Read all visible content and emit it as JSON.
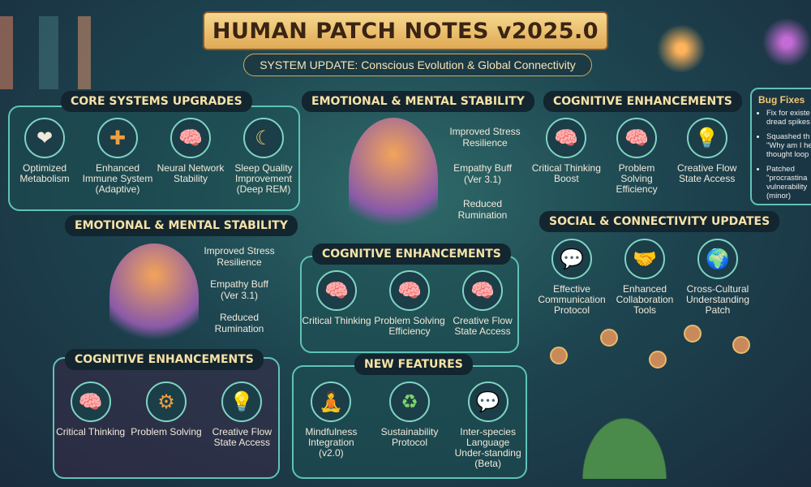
{
  "title": "HUMAN PATCH NOTES v2025.0",
  "subtitle": "SYSTEM UPDATE: Conscious Evolution & Global Connectivity",
  "core": {
    "header": "CORE SYSTEMS UPGRADES",
    "items": [
      {
        "label": "Optimized Metabolism",
        "icon": "heart-organ-icon"
      },
      {
        "label": "Enhanced Immune System (Adaptive)",
        "icon": "shield-plus-icon"
      },
      {
        "label": "Neural Network Stability",
        "icon": "brain-icon"
      },
      {
        "label": "Sleep Quality Improvement (Deep REM)",
        "icon": "moon-sleep-icon"
      }
    ]
  },
  "emotional_left": {
    "header": "EMOTIONAL & MENTAL STABILITY",
    "items": [
      "Improved Stress Resilience",
      "Empathy Buff (Ver 3.1)",
      "Reduced Rumination"
    ]
  },
  "cognitive_left": {
    "header": "COGNITIVE ENHANCEMENTS",
    "items": [
      {
        "label": "Critical Thinking",
        "icon": "brain-icon"
      },
      {
        "label": "Problem Solving",
        "icon": "gear-icon"
      },
      {
        "label": "Creative Flow State Access",
        "icon": "lightbulb-icon"
      }
    ]
  },
  "emotional_center": {
    "header": "EMOTIONAL & MENTAL STABILITY",
    "items": [
      "Improved Stress Resilience",
      "Empathy Buff (Ver 3.1)",
      "Reduced Rumination"
    ]
  },
  "cognitive_center": {
    "header": "COGNITIVE ENHANCEMENTS",
    "items": [
      {
        "label": "Critical Thinking",
        "icon": "brain-icon"
      },
      {
        "label": "Problem Solving Efficiency",
        "icon": "brain-icon"
      },
      {
        "label": "Creative Flow State Access",
        "icon": "brain-icon"
      }
    ]
  },
  "new_features": {
    "header": "NEW FEATURES",
    "items": [
      {
        "label": "Mindfulness Integration (v2.0)",
        "icon": "meditation-icon"
      },
      {
        "label": "Sustainability Protocol",
        "icon": "recycle-icon"
      },
      {
        "label": "Inter-species Language Under-standing (Beta)",
        "icon": "speech-bubbles-icon"
      }
    ]
  },
  "cognitive_right": {
    "header": "COGNITIVE ENHANCEMENTS",
    "items": [
      {
        "label": "Critical Thinking Boost",
        "icon": "brain-icon"
      },
      {
        "label": "Problem Solving Efficiency",
        "icon": "brain-icon"
      },
      {
        "label": "Creative Flow State Access",
        "icon": "lightbulb-icon"
      }
    ]
  },
  "social": {
    "header": "SOCIAL & CONNECTIVITY UPDATES",
    "items": [
      {
        "label": "Effective Communication Protocol",
        "icon": "chat-icon"
      },
      {
        "label": "Enhanced Collaboration Tools",
        "icon": "handshake-icon"
      },
      {
        "label": "Cross-Cultural Understanding Patch",
        "icon": "globe-icon"
      }
    ]
  },
  "bug_fixes": {
    "header": "Bug Fixes",
    "items": [
      "Fix for existe\ndread spikes",
      "Squashed th\n\"Why am I he\nthought loop",
      "Patched\n\"procrastina\nvulnerability\n(minor)"
    ]
  }
}
